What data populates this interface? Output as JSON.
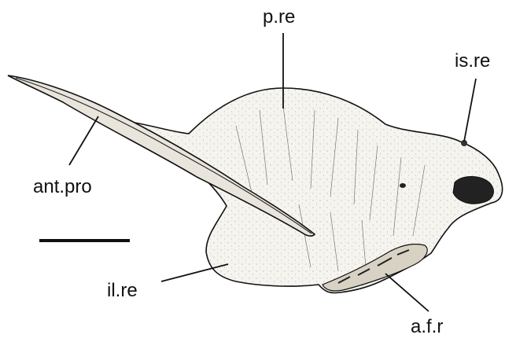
{
  "labels": {
    "posterior_region": "p.re",
    "ischial_region": "is.re",
    "anterior_process": "ant.pro",
    "iliac_region": "il.re",
    "acetabular_facet": "a.f.r"
  },
  "colors": {
    "ink": "#111111",
    "bone_fill": "#f4f1ea",
    "background": "#ffffff"
  },
  "scale_bar": {
    "shown": true
  }
}
